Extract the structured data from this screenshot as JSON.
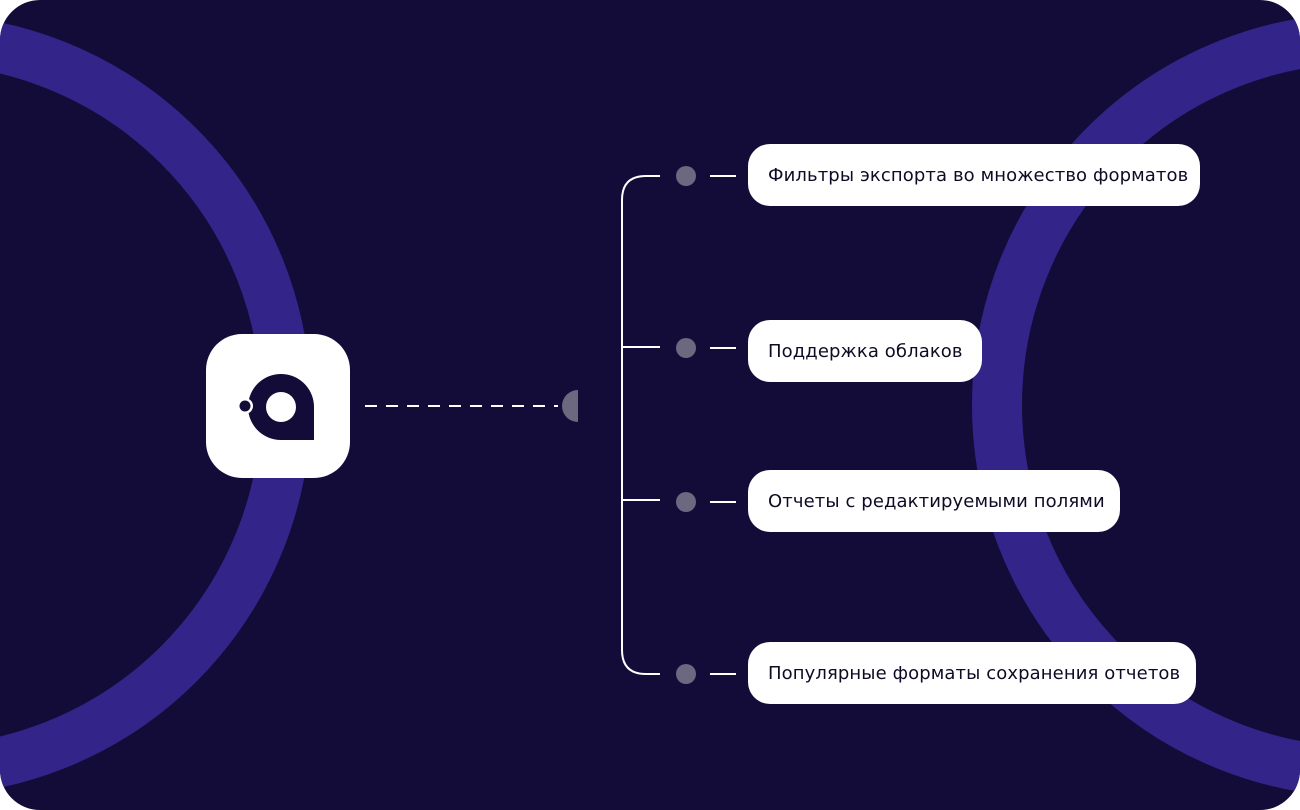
{
  "colors": {
    "background": "#130C38",
    "ring": "#33248A",
    "logo_tile": "#FFFFFF",
    "logo_mark": "#130C38",
    "connector": "#FFFFFF",
    "node": "#6B6880",
    "pill_background": "#FFFFFF",
    "pill_text": "#0E0B24"
  },
  "logo": {
    "icon": "app-logo-icon"
  },
  "features": [
    {
      "label": "Фильтры экспорта во множество форматов"
    },
    {
      "label": "Поддержка облаков"
    },
    {
      "label": "Отчеты с редактируемыми полями"
    },
    {
      "label": "Популярные форматы сохранения отчетов"
    }
  ]
}
